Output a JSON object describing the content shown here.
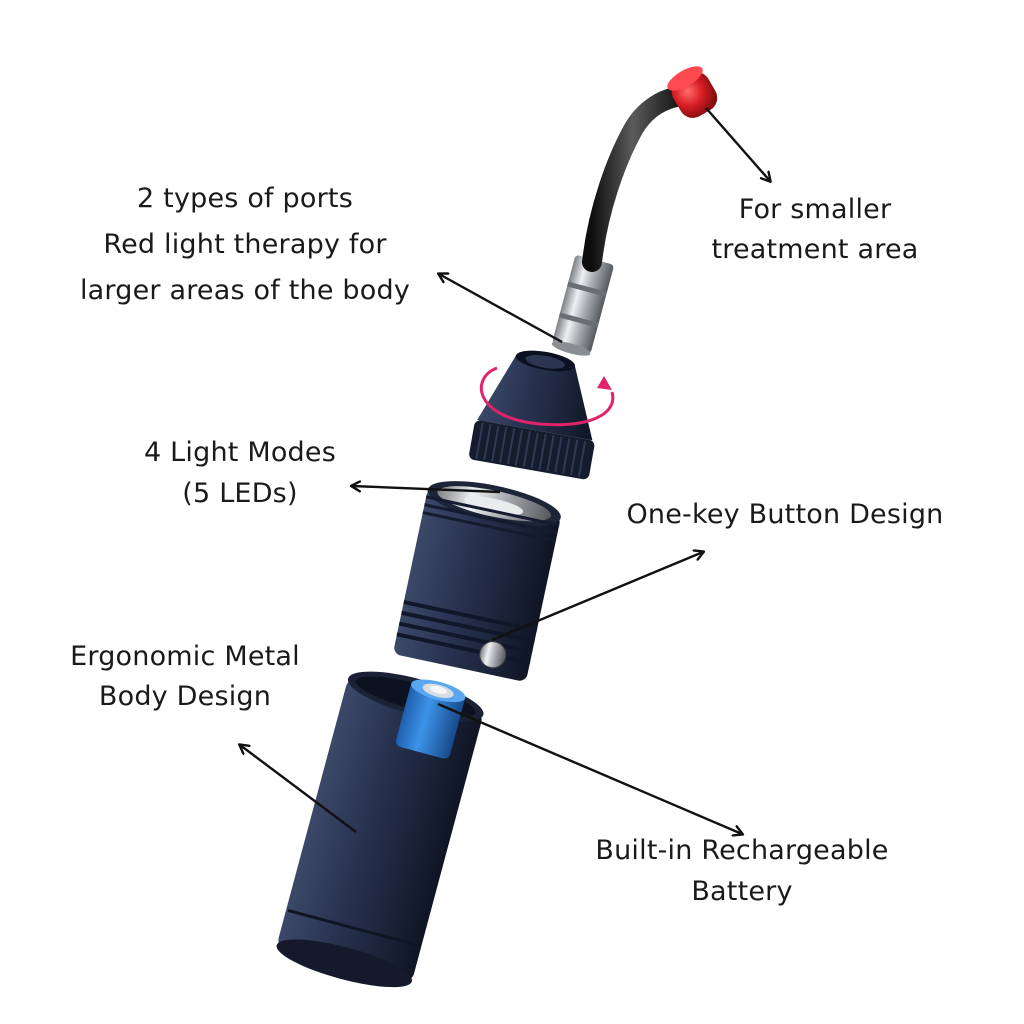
{
  "labels": {
    "ports": {
      "lines": [
        "2 types of ports",
        "Red light therapy for",
        "larger areas of the body"
      ]
    },
    "smaller_area": {
      "lines": [
        "For smaller",
        "treatment area"
      ]
    },
    "light_modes": {
      "lines": [
        "4 Light Modes",
        "(5 LEDs)"
      ]
    },
    "button": {
      "lines": [
        "One-key Button Design"
      ]
    },
    "body": {
      "lines": [
        "Ergonomic Metal",
        "Body Design"
      ]
    },
    "battery": {
      "lines": [
        "Built-in Rechargeable",
        "Battery"
      ]
    }
  },
  "colors": {
    "body_navy": "#24304a",
    "tip_red": "#d81e24",
    "battery_blue": "#2b7fd6",
    "rotate_arrow": "#e0236b",
    "text": "#1a1a1a"
  }
}
